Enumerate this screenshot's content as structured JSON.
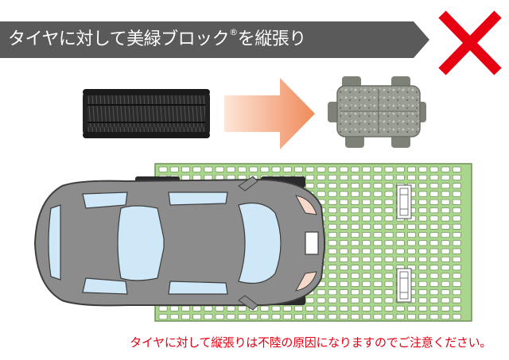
{
  "banner": {
    "text_before": "タイヤに対して美緑ブロック",
    "registered_mark": "®",
    "text_after": "を縦張り",
    "color": "#5a5a5a"
  },
  "cross_icon": {
    "name": "cross-icon",
    "color": "#e60012"
  },
  "arrow": {
    "from_color": "#fde6d8",
    "to_color": "#f08a5a"
  },
  "colors": {
    "grass": "#a9d58c",
    "paver": "#ffffff",
    "paver_stroke": "#6f8f5a",
    "car_body": "#8c8c8c",
    "car_outline": "#3d3d3d",
    "glass": "#cfe8f7",
    "headlight": "#f7d9cc",
    "tire": "#2b2b2b",
    "block": "#8b8f84"
  },
  "warning_text": "タイヤに対して縦張りは不陸の原因になりますのでご注意ください。"
}
